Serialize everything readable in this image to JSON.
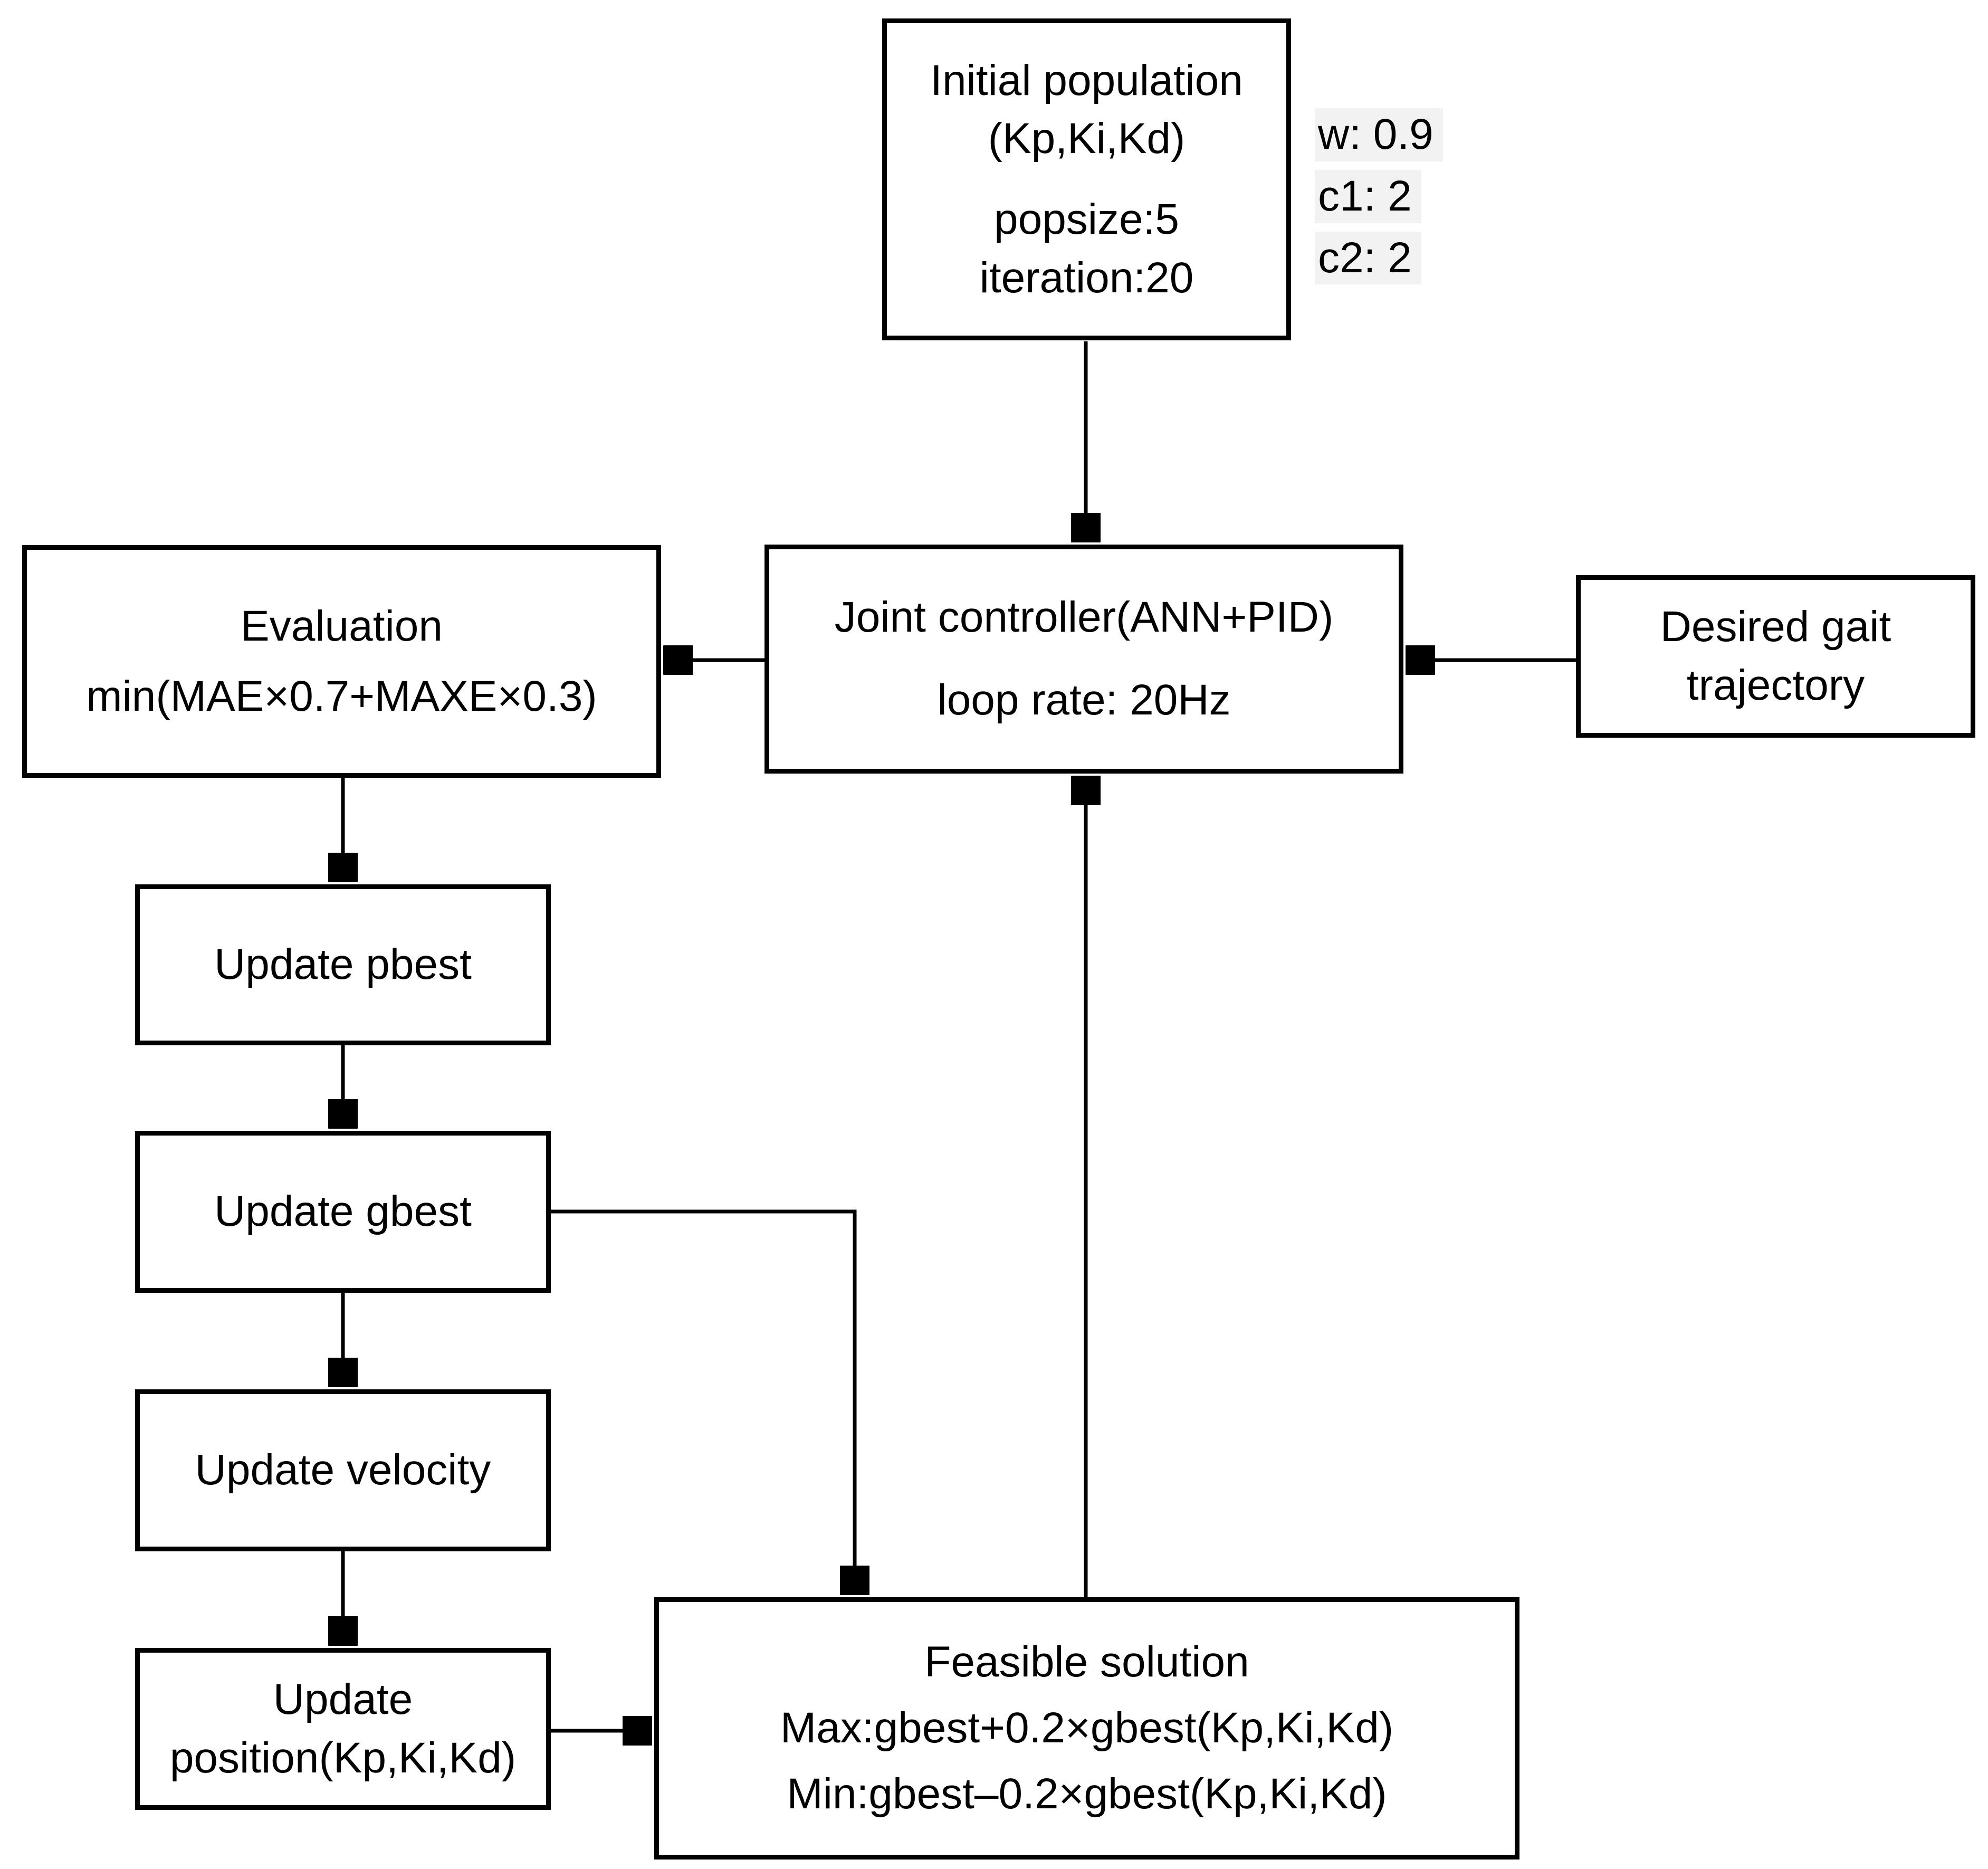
{
  "figure": {
    "type": "flowchart",
    "background": "#ffffff",
    "line_color": "#000000",
    "text_color": "#000000",
    "param_highlight_color": "#f2f2f2"
  },
  "nodes": {
    "initial_population": {
      "lines": [
        "Initial population",
        "(Kp,Ki,Kd)",
        "popsize:5",
        "iteration:20"
      ]
    },
    "pso_params": {
      "lines": [
        "w: 0.9",
        "c1: 2",
        "c2: 2"
      ]
    },
    "joint_controller": {
      "lines": [
        "Joint controller(ANN+PID)",
        "loop rate: 20Hz"
      ]
    },
    "desired_gait_trajectory": {
      "lines": [
        "Desired gait",
        "trajectory"
      ]
    },
    "evaluation": {
      "lines": [
        "Evaluation",
        "min(MAE×0.7+MAXE×0.3)"
      ]
    },
    "update_pbest": {
      "lines": [
        "Update pbest"
      ]
    },
    "update_gbest": {
      "lines": [
        "Update gbest"
      ]
    },
    "update_velocity": {
      "lines": [
        "Update velocity"
      ]
    },
    "update_position": {
      "lines": [
        "Update",
        "position(Kp,Ki,Kd)"
      ]
    },
    "feasible_solution": {
      "lines": [
        "Feasible solution",
        "Max:gbest+0.2×gbest(Kp,Ki,Kd)",
        "Min:gbest–0.2×gbest(Kp,Ki,Kd)"
      ]
    }
  },
  "edges": [
    {
      "from": "initial_population",
      "to": "joint_controller"
    },
    {
      "from": "desired_gait_trajectory",
      "to": "joint_controller"
    },
    {
      "from": "joint_controller",
      "to": "evaluation"
    },
    {
      "from": "evaluation",
      "to": "update_pbest"
    },
    {
      "from": "update_pbest",
      "to": "update_gbest"
    },
    {
      "from": "update_gbest",
      "to": "update_velocity"
    },
    {
      "from": "update_velocity",
      "to": "update_position"
    },
    {
      "from": "update_position",
      "to": "feasible_solution"
    },
    {
      "from": "update_gbest",
      "to": "feasible_solution"
    },
    {
      "from": "feasible_solution",
      "to": "joint_controller"
    }
  ]
}
